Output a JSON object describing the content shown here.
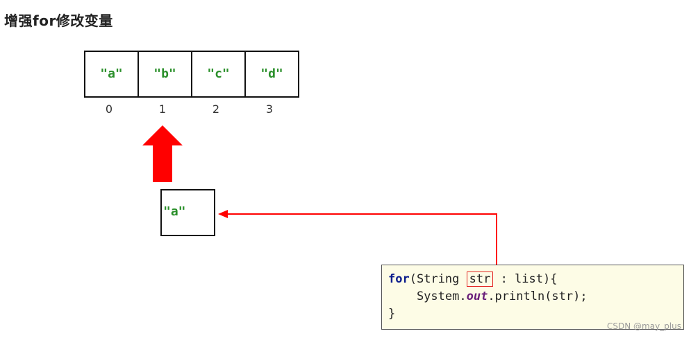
{
  "title": "增强for修改变量",
  "array": {
    "cells": [
      "\"a\"",
      "\"b\"",
      "\"c\"",
      "\"d\""
    ],
    "indices": [
      "0",
      "1",
      "2",
      "3"
    ]
  },
  "variable": {
    "value": "\"a\""
  },
  "code": {
    "line1_kw": "for",
    "line1_pre": "(String ",
    "line1_var": "str",
    "line1_post": " : list){",
    "line2_pre": "    System.",
    "line2_field": "out",
    "line2_post": ".println(str);",
    "line3": "}"
  },
  "watermark": "CSDN @may_plus",
  "colors": {
    "string_literal": "#2a8f2a",
    "arrow": "#ff0000",
    "code_background": "#fdfce6",
    "keyword": "#0b1c8c",
    "highlight_border": "#e2221f"
  }
}
